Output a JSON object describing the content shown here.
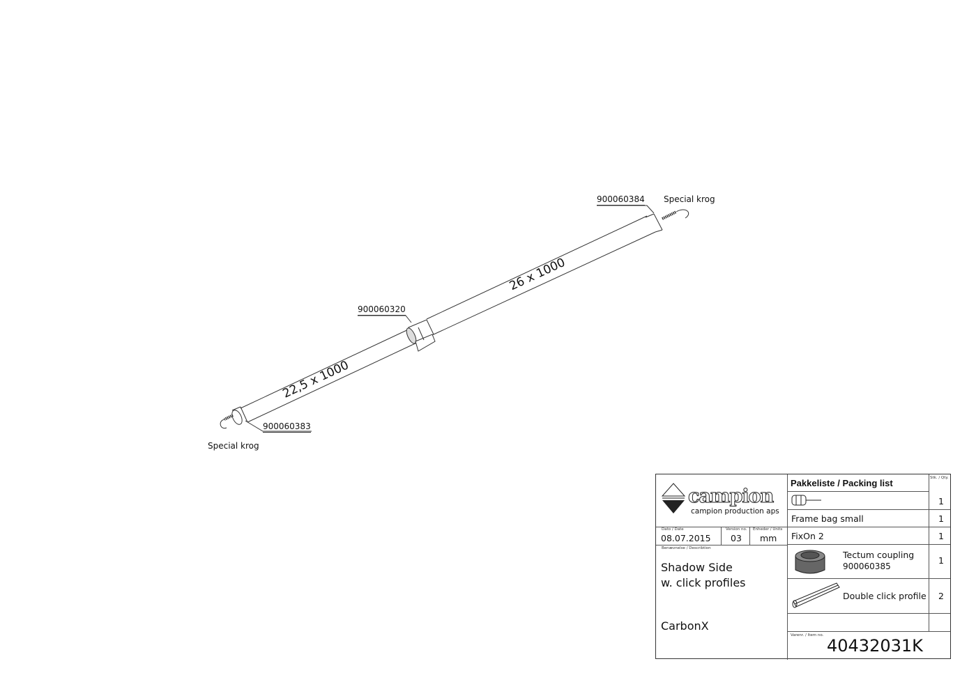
{
  "drawing": {
    "part_top_end": "900060384",
    "hook_top": "Special krog",
    "part_middle": "900060320",
    "part_bottom_end": "900060383",
    "hook_bottom": "Special krog",
    "upper_pole_dim": "26 x 1000",
    "lower_pole_dim": "22,5 x 1000"
  },
  "title_block": {
    "logo_text": "campion",
    "company": "campion production aps",
    "date_label": "Dato / Date",
    "date": "08.07.2015",
    "version_label": "Version no.",
    "version": "03",
    "units_label": "Enheder / Units",
    "units": "mm",
    "description_label": "Benævnelse / Describtion",
    "description_line1": "Shadow Side",
    "description_line2": "w. click profiles",
    "product_line": "CarbonX",
    "packing_title": "Pakkeliste / Packing list",
    "qty_label": "Stk. / Qty.",
    "items": [
      {
        "name": "",
        "code": "",
        "qty": "1",
        "icon": "peg-icon"
      },
      {
        "name": "Frame bag small",
        "code": "",
        "qty": "1"
      },
      {
        "name": "FixOn 2",
        "code": "",
        "qty": "1"
      },
      {
        "name": "Tectum coupling",
        "code": "900060385",
        "qty": "1",
        "icon": "coupling-icon"
      },
      {
        "name": "Double click profile",
        "code": "",
        "qty": "2",
        "icon": "click-profile-icon"
      }
    ],
    "item_no_label": "Varenr. / Item no.",
    "item_no": "40432031K"
  }
}
